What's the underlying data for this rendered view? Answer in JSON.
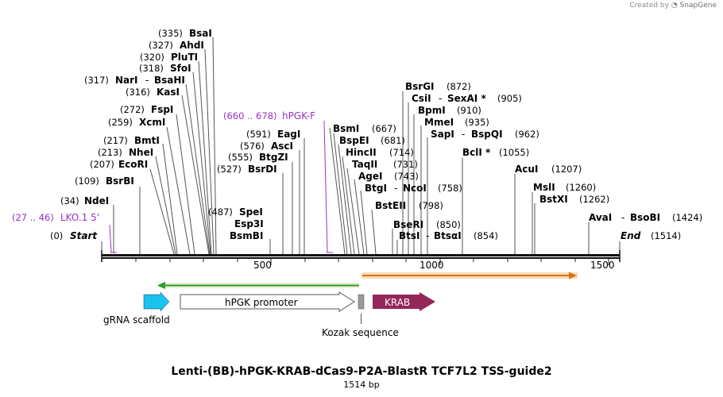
{
  "credit": {
    "prefix": "Created by",
    "brand": "SnapGene"
  },
  "title": "Lenti-(BB)-hPGK-KRAB-dCas9-P2A-BlastR TCF7L2 TSS-guide2",
  "length_label": "1514 bp",
  "ruler": {
    "ticks": [
      "500",
      "1000",
      "1500"
    ]
  },
  "features": {
    "grna_scaffold": "gRNA scaffold",
    "hpgk_promoter": "hPGK promoter",
    "kozak": "Kozak sequence",
    "krab": "KRAB"
  },
  "colors": {
    "grna": "#19c3f0",
    "krab": "#94275a",
    "green_arrow": "#2f9a2f",
    "orange_arrow": "#d7711c",
    "primer": "#9b30c8"
  },
  "labels": [
    {
      "pos": "(0)",
      "name": "Start"
    },
    {
      "pos": "(27 .. 46)",
      "name": "LKO.1 5'"
    },
    {
      "pos": "(34)",
      "name": "NdeI"
    },
    {
      "pos": "(109)",
      "name": "BsrBI"
    },
    {
      "pos": "(207)",
      "name": "EcoRI"
    },
    {
      "pos": "(213)",
      "name": "NheI"
    },
    {
      "pos": "(217)",
      "name": "BmtI"
    },
    {
      "pos": "(259)",
      "name": "XcmI"
    },
    {
      "pos": "(272)",
      "name": "FspI"
    },
    {
      "pos": "(316)",
      "name": "KasI"
    },
    {
      "pos": "(317)",
      "name": "NarI",
      "name2": "BsaHI"
    },
    {
      "pos": "(318)",
      "name": "SfoI"
    },
    {
      "pos": "(320)",
      "name": "PluTI"
    },
    {
      "pos": "(327)",
      "name": "AhdI"
    },
    {
      "pos": "(335)",
      "name": "BsaI"
    },
    {
      "pos": "(487)",
      "name": "SpeI"
    },
    {
      "name": "Esp3I"
    },
    {
      "name": "BsmBI"
    },
    {
      "pos": "(527)",
      "name": "BsrDI"
    },
    {
      "pos": "(555)",
      "name": "BtgZI"
    },
    {
      "pos": "(576)",
      "name": "AscI"
    },
    {
      "pos": "(591)",
      "name": "EagI"
    },
    {
      "pos": "(660 .. 678)",
      "name": "hPGK-F"
    },
    {
      "name": "BsmI",
      "pos": "(667)"
    },
    {
      "name": "BspEI",
      "pos": "(681)"
    },
    {
      "name": "HincII",
      "pos": "(714)"
    },
    {
      "name": "TaqII",
      "pos": "(731)"
    },
    {
      "name": "AgeI",
      "pos": "(743)"
    },
    {
      "name": "BtgI",
      "name2": "NcoI",
      "pos": "(758)"
    },
    {
      "name": "BstEII",
      "pos": "(798)"
    },
    {
      "name": "BseRI",
      "pos": "(850)"
    },
    {
      "name": "BtsI",
      "name2": "BtsαI",
      "pos": "(854)"
    },
    {
      "name": "BsrGI",
      "pos": "(872)"
    },
    {
      "name": "CsiI",
      "name2": "SexAI *",
      "pos": "(905)"
    },
    {
      "name": "BpmI",
      "pos": "(910)"
    },
    {
      "name": "MmeI",
      "pos": "(935)"
    },
    {
      "name": "SapI",
      "name2": "BspQI",
      "pos": "(962)"
    },
    {
      "name": "BclI *",
      "pos": "(1055)"
    },
    {
      "name": "AcuI",
      "pos": "(1207)"
    },
    {
      "name": "MslI",
      "pos": "(1260)"
    },
    {
      "name": "BstXI",
      "pos": "(1262)"
    },
    {
      "name": "AvaI",
      "name2": "BsoBI",
      "pos": "(1424)"
    },
    {
      "name": "End",
      "pos": "(1514)"
    }
  ]
}
